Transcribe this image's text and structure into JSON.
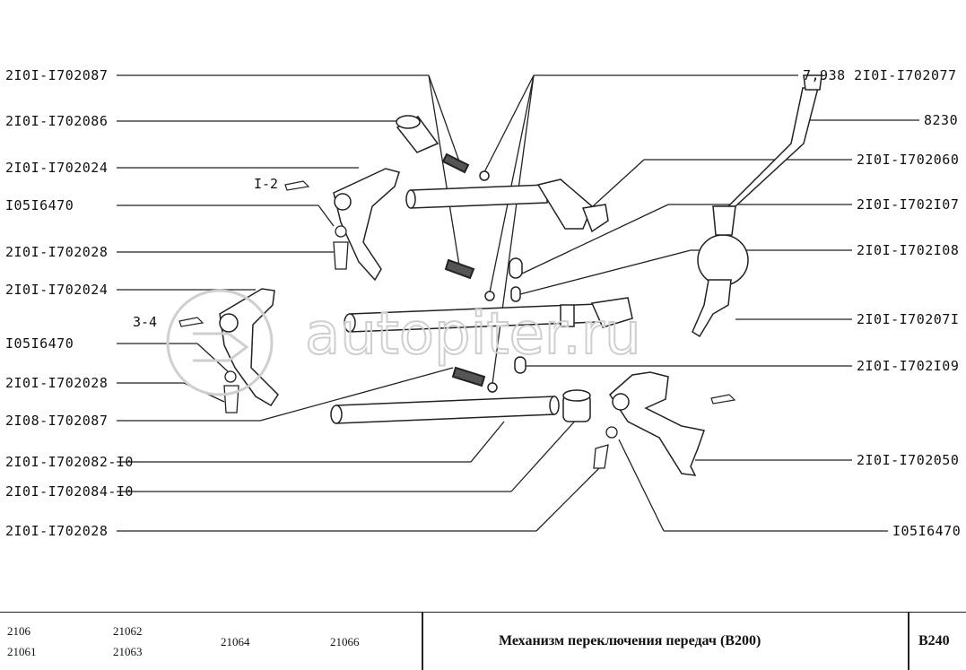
{
  "labels_left": [
    {
      "id": "l1",
      "text": "2I0I-I702087"
    },
    {
      "id": "l2",
      "text": "2I0I-I702086"
    },
    {
      "id": "l3",
      "text": "2I0I-I702024"
    },
    {
      "id": "l4",
      "text": "I05I6470"
    },
    {
      "id": "l5",
      "text": "2I0I-I702028"
    },
    {
      "id": "l6",
      "text": "2I0I-I702024"
    },
    {
      "id": "l7",
      "text": "I05I6470"
    },
    {
      "id": "l8",
      "text": "2I0I-I702028"
    },
    {
      "id": "l9",
      "text": "2I08-I702087"
    },
    {
      "id": "l10",
      "text": "2I0I-I702082-I0"
    },
    {
      "id": "l11",
      "text": "2I0I-I702084-I0"
    },
    {
      "id": "l12",
      "text": "2I0I-I702028"
    }
  ],
  "labels_right": [
    {
      "id": "r1",
      "text": "7,938  2I0I-I702077"
    },
    {
      "id": "r2",
      "text": "8230"
    },
    {
      "id": "r3",
      "text": "2I0I-I702060"
    },
    {
      "id": "r4",
      "text": "2I0I-I702I07"
    },
    {
      "id": "r5",
      "text": "2I0I-I702I08"
    },
    {
      "id": "r6",
      "text": "2I0I-I70207I"
    },
    {
      "id": "r7",
      "text": "2I0I-I702I09"
    },
    {
      "id": "r8",
      "text": "2I0I-I702050"
    },
    {
      "id": "r9",
      "text": "I05I6470"
    }
  ],
  "gear_marks": {
    "first_second": "I-2",
    "third_fourth": "3-4"
  },
  "watermark": "autopiter.ru",
  "footer": {
    "models": [
      "2106",
      "21061",
      "21062",
      "21063",
      "21064",
      "21066"
    ],
    "title": "Механизм переключения передач (В200)",
    "code": "В240"
  }
}
